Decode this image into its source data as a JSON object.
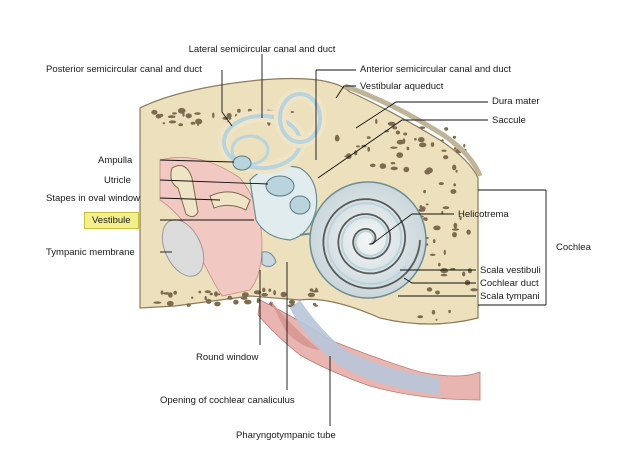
{
  "labels": {
    "lateral_canal": "Lateral semicircular canal and duct",
    "posterior_canal": "Posterior semicircular canal and duct",
    "anterior_canal": "Anterior semicircular canal and duct",
    "vestibular_aqueduct": "Vestibular aqueduct",
    "dura_mater": "Dura mater",
    "saccule": "Saccule",
    "ampulla": "Ampulla",
    "utricle": "Utricle",
    "stapes": "Stapes in oval window",
    "vestibule": "Vestibule",
    "helicotrema": "Helicotrema",
    "cochlea": "Cochlea",
    "tympanic_membrane": "Tympanic membrane",
    "scala_vestibuli": "Scala vestibuli",
    "cochlear_duct": "Cochlear duct",
    "scala_tympani": "Scala tympani",
    "round_window": "Round window",
    "cochlear_canaliculus": "Opening of cochlear canaliculus",
    "pharyngotympanic_tube": "Pharyngotympanic tube"
  },
  "colors": {
    "bone": "#ece0bd",
    "marrow": "#7d6a4f",
    "membrane": "#b9d4dc",
    "soft_tissue": "#e8b5b0",
    "mucosa": "#d99a95",
    "tube_lining": "#b7c5d9",
    "highlight": "#f3ef8c"
  }
}
